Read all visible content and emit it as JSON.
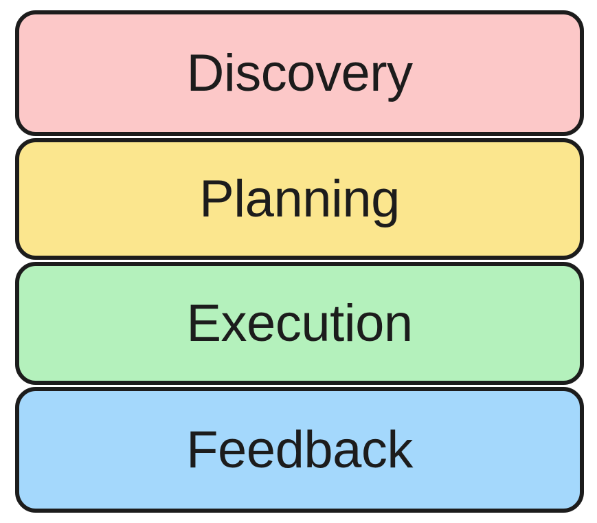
{
  "diagram": {
    "type": "stacked-process-stages",
    "orientation": "vertical",
    "background_color": "#ffffff",
    "border_color": "#1c1c1c",
    "text_color": "#1c1c1c",
    "stages": [
      {
        "id": "discovery",
        "label": "Discovery",
        "order": 1,
        "fill_color": "#fcc8c8"
      },
      {
        "id": "planning",
        "label": "Planning",
        "order": 2,
        "fill_color": "#fbe68e"
      },
      {
        "id": "execution",
        "label": "Execution",
        "order": 3,
        "fill_color": "#b4f1bc"
      },
      {
        "id": "feedback",
        "label": "Feedback",
        "order": 4,
        "fill_color": "#a4d8fc"
      }
    ]
  }
}
